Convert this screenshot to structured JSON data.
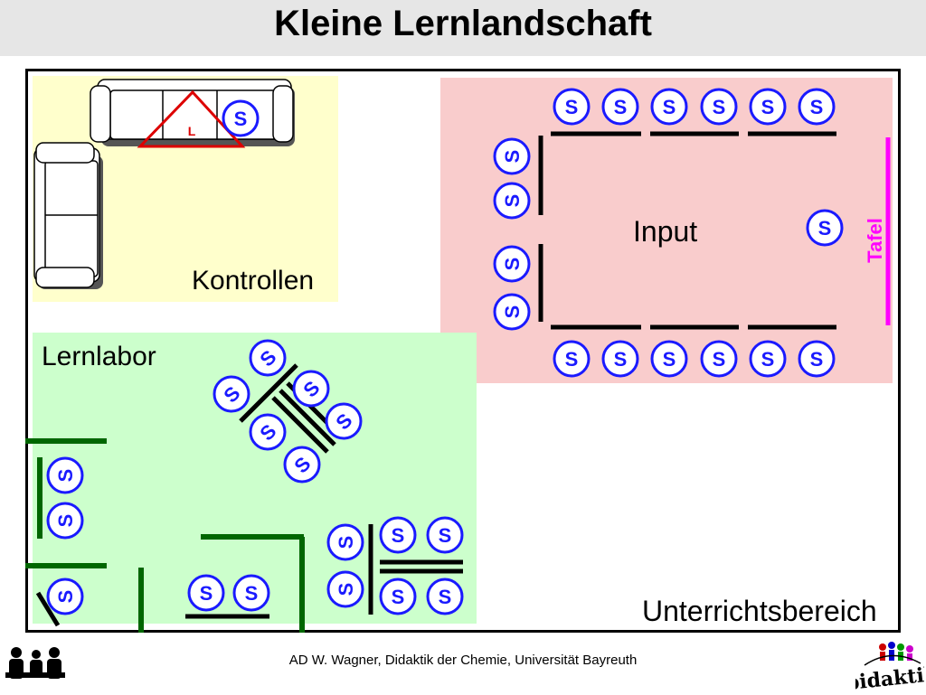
{
  "title": "Kleine Lernlandschaft",
  "areas": {
    "kontrollen": "Kontrollen",
    "input": "Input",
    "lernlabor": "Lernlabor",
    "unterricht": "Unterrichtsbereich",
    "tafel": "Tafel"
  },
  "sofa_label": "L",
  "student_label": "S",
  "footer": "AD W. Wagner, Didaktik der Chemie, Universität Bayreuth",
  "logo_text": "bidaktik",
  "colors": {
    "title_bar": "#e6e6e6",
    "kontrollen_zone": "#ffffcc",
    "input_zone": "#f9cccc",
    "lernlabor_zone": "#ccffcc",
    "student": "#1a1aff",
    "tafel": "#ff00ff",
    "lab_bench": "#006600",
    "teacher_triangle": "#dd0000"
  }
}
